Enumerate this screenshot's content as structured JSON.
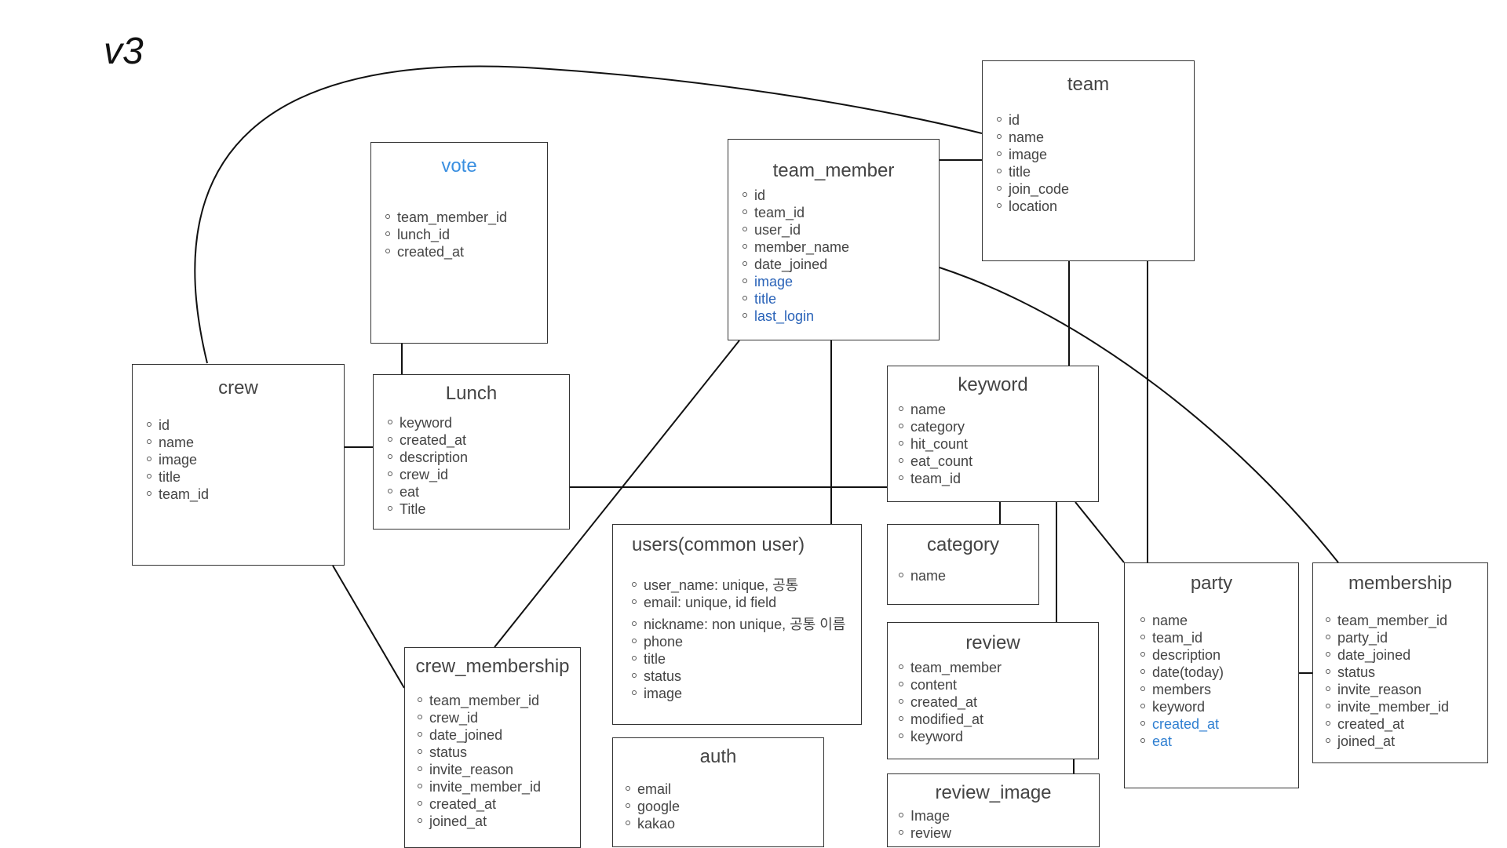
{
  "version": "v3",
  "entities": {
    "team": {
      "title": "team",
      "fields": [
        "id",
        "name",
        "image",
        "title",
        "join_code",
        "location"
      ]
    },
    "vote": {
      "title": "vote",
      "fields": [
        "team_member_id",
        "lunch_id",
        "created_at"
      ]
    },
    "team_member": {
      "title": "team_member",
      "fields": [
        "id",
        "team_id",
        "user_id",
        "member_name",
        "date_joined",
        "image",
        "title",
        "last_login"
      ]
    },
    "crew": {
      "title": "crew",
      "fields": [
        "id",
        "name",
        "image",
        "title",
        "team_id"
      ]
    },
    "lunch": {
      "title": "Lunch",
      "fields": [
        "keyword",
        "created_at",
        "description",
        "crew_id",
        "eat",
        "Title"
      ]
    },
    "keyword": {
      "title": "keyword",
      "fields": [
        "name",
        "category",
        "hit_count",
        "eat_count",
        "team_id"
      ]
    },
    "users": {
      "title": "users(common user)",
      "fields": [
        "user_name: unique, 공통",
        "email: unique, id field",
        "nickname: non unique, 공통 이름",
        "phone",
        "title",
        "status",
        "image"
      ]
    },
    "category": {
      "title": "category",
      "fields": [
        "name"
      ]
    },
    "party": {
      "title": "party",
      "fields": [
        "name",
        "team_id",
        "description",
        "date(today)",
        "members",
        "keyword",
        "created_at",
        "eat"
      ]
    },
    "membership": {
      "title": "membership",
      "fields": [
        "team_member_id",
        "party_id",
        "date_joined",
        "status",
        "invite_reason",
        "invite_member_id",
        "created_at",
        "joined_at"
      ]
    },
    "review": {
      "title": "review",
      "fields": [
        "team_member",
        "content",
        "created_at",
        "modified_at",
        "keyword"
      ]
    },
    "crew_membership": {
      "title": "crew_membership",
      "fields": [
        "team_member_id",
        "crew_id",
        "date_joined",
        "status",
        "invite_reason",
        "invite_member_id",
        "created_at",
        "joined_at"
      ]
    },
    "auth": {
      "title": "auth",
      "fields": [
        "email",
        "google",
        "kakao"
      ]
    },
    "review_image": {
      "title": "review_image",
      "fields": [
        "Image",
        "review"
      ]
    }
  },
  "colors": {
    "line": "#111111",
    "border": "#333333",
    "highlight": "#2f7fd1",
    "highlight_dark": "#2a63b8"
  }
}
